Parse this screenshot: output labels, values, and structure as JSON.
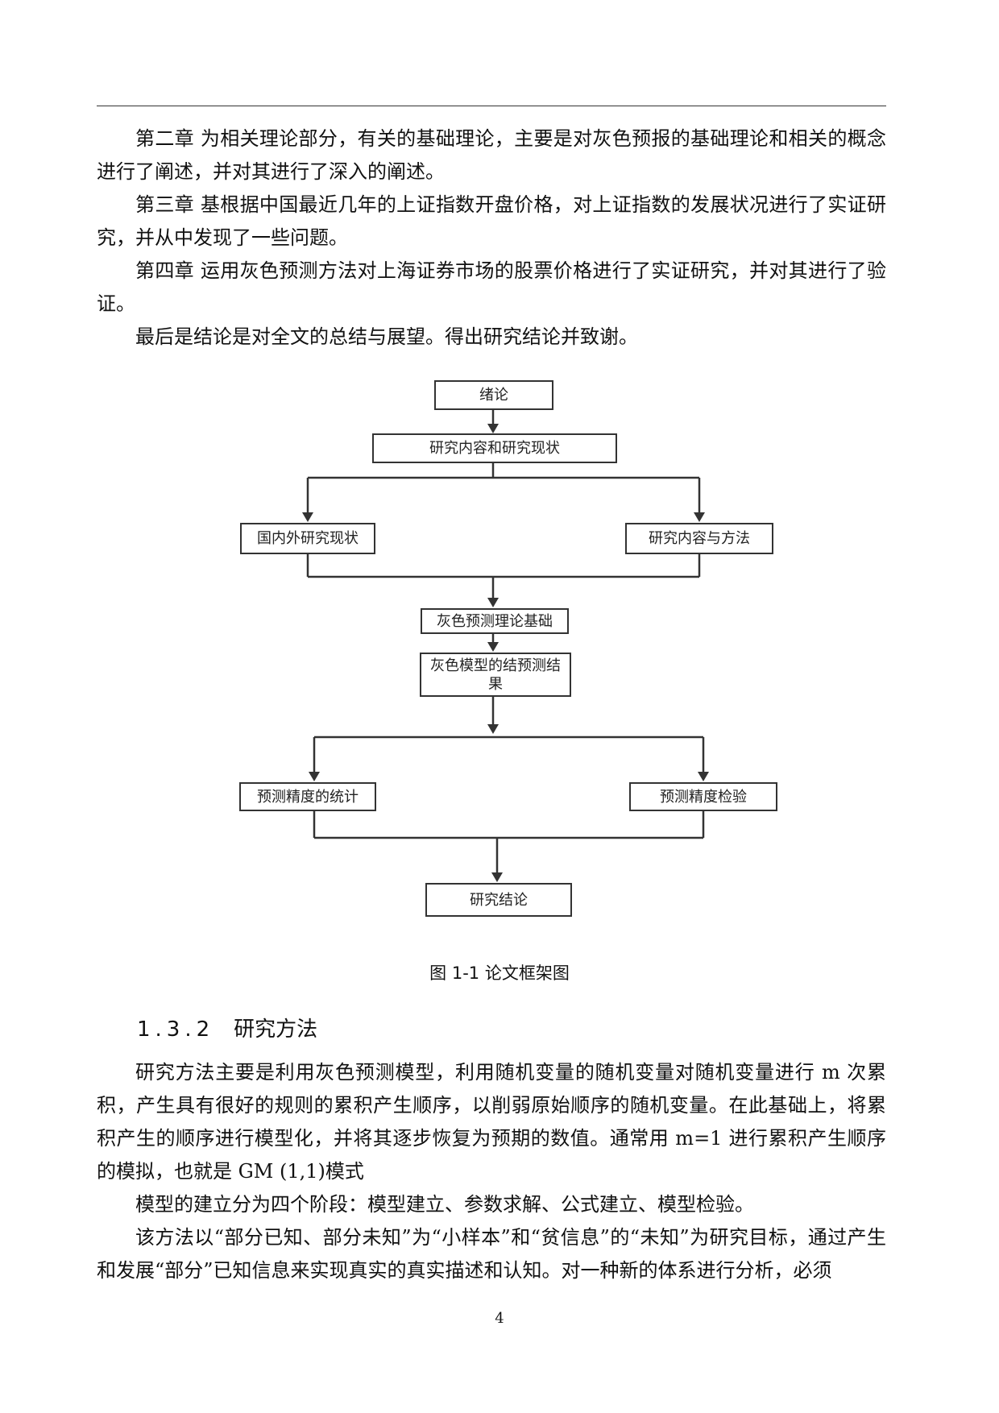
{
  "paragraphs_top": [
    "第二章  为相关理论部分，有关的基础理论，主要是对灰色预报的基础理论和相关的概念进行了阐述，并对其进行了深入的阐述。",
    "第三章  基根据中国最近几年的上证指数开盘价格，对上证指数的发展状况进行了实证研究，并从中发现了一些问题。",
    "第四章  运用灰色预测方法对上海证券市场的股票价格进行了实证研究，并对其进行了验证。",
    "最后是结论是对全文的总结与展望。得出研究结论并致谢。"
  ],
  "diagram": {
    "nodes": [
      "绪论",
      "研究内容和研究现状",
      "国内外研究现状",
      "研究内容与方法",
      "灰色预测理论基础",
      "灰色模型的结预测结",
      "果",
      "预测精度的统计",
      "预测精度检验",
      "研究结论"
    ]
  },
  "caption": "图 1-1 论文框架图",
  "section": {
    "number": "1.3.2",
    "title": "研究方法"
  },
  "paragraphs_bottom": [
    "研究方法主要是利用灰色预测模型，利用随机变量的随机变量对随机变量进行  m 次累积，产生具有很好的规则的累积产生顺序，以削弱原始顺序的随机变量。在此基础上，将累积产生的顺序进行模型化，并将其逐步恢复为预期的数值。通常用  m=1 进行累积产生顺序的模拟，也就是 GM (1,1)模式",
    "模型的建立分为四个阶段：模型建立、参数求解、公式建立、模型检验。",
    "该方法以“部分已知、部分未知”为“小样本”和“贫信息”的“未知”为研究目标，通过产生和发展“部分”已知信息来实现真实的真实描述和认知。对一种新的体系进行分析，必须"
  ],
  "page_number": "4"
}
